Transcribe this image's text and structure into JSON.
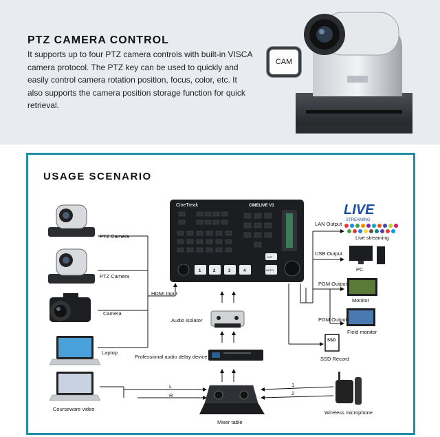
{
  "header": {
    "title": "PTZ CAMERA CONTROL",
    "description": "It supports up to four PTZ camera controls with built-in VISCA camera protocol. The PTZ key can be used to quickly and easily control camera rotation position, focus, color, etc. It also supports the camera position storage function for quick retrieval.",
    "key_label": "CAM"
  },
  "usage": {
    "title": "USAGE SCENARIO",
    "device": {
      "brand": "CineTreak",
      "model": "CINELIVE V1",
      "buttons": [
        "1",
        "2",
        "3",
        "4"
      ],
      "cut": "CUT",
      "auto": "AUTO"
    },
    "inputs": [
      "PTZ Camera",
      "PTZ Camera",
      "Camera",
      "Laptop",
      "Courseware video"
    ],
    "hdmi_input": "HDMI Input",
    "outputs": [
      "LAN Output",
      "USB Output",
      "PGM Output",
      "PGM Output"
    ],
    "destinations": [
      "Live streaming",
      "PC",
      "Monitor",
      "Field monitor",
      "SSD Record"
    ],
    "live_logo": "LIVE",
    "live_sub": "STREAMING",
    "ssd": "SSD",
    "audio_isolator": "Audio isolator",
    "delay_device": "Professional audio delay device",
    "mixer": "Mixer table",
    "wireless_mic": "Wireless microphone",
    "lr": [
      "L",
      "R"
    ],
    "mic_lines": [
      "1",
      "2"
    ]
  },
  "colors": {
    "panel_border": "#1f8fa8",
    "top_bg": "#e8ecf1",
    "device_bg": "#1c1d20",
    "button": "#2f3136"
  }
}
